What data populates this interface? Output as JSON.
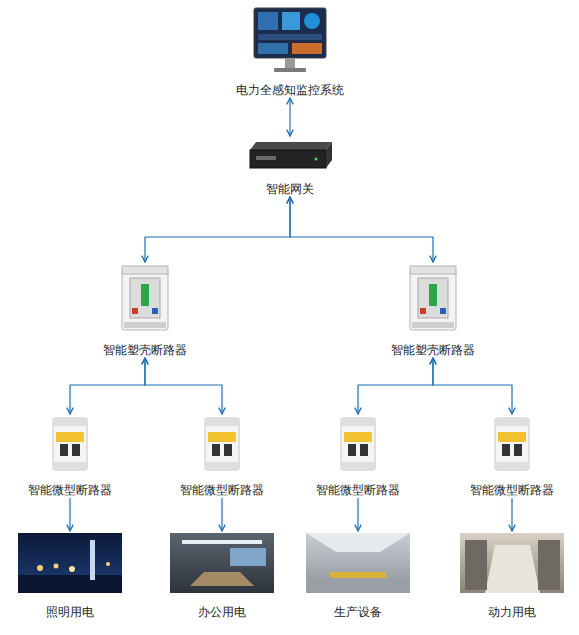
{
  "diagram": {
    "nodes": [
      {
        "text": [
          "电力全感知监控系统"
        ]
      },
      {
        "text": [
          "智能网关"
        ]
      },
      {
        "text": [
          "智能塑壳断路器"
        ]
      },
      {
        "text": [
          "智能塑壳断路器"
        ]
      },
      {
        "text": [
          "智能微型断路器"
        ]
      },
      {
        "text": [
          "智能微型断路器"
        ]
      },
      {
        "text": [
          "智能微型断路器"
        ]
      },
      {
        "text": [
          "智能微型断路器"
        ]
      },
      {
        "text": [
          "照明用电"
        ]
      },
      {
        "text": [
          "办公用电"
        ]
      },
      {
        "text": [
          "生产设备"
        ]
      },
      {
        "text": [
          "动力用电"
        ]
      }
    ],
    "edges": [
      {
        "from": 0,
        "to": 1,
        "arrow": "both"
      },
      {
        "from": 1,
        "to": 2,
        "arrow": "both"
      },
      {
        "from": 1,
        "to": 3,
        "arrow": "both"
      },
      {
        "from": 2,
        "to": 4,
        "arrow": "both"
      },
      {
        "from": 2,
        "to": 5,
        "arrow": "both"
      },
      {
        "from": 3,
        "to": 6,
        "arrow": "both"
      },
      {
        "from": 3,
        "to": 7,
        "arrow": "both"
      },
      {
        "from": 4,
        "to": 8,
        "arrow": "to"
      },
      {
        "from": 5,
        "to": 9,
        "arrow": "to"
      },
      {
        "from": 6,
        "to": 10,
        "arrow": "to"
      },
      {
        "from": 7,
        "to": 11,
        "arrow": "to"
      }
    ]
  }
}
